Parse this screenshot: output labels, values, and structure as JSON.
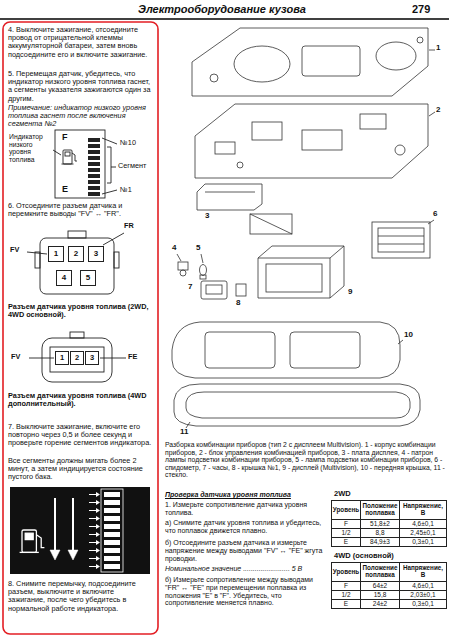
{
  "diagram": {
    "title": "Электрооборудование кузова",
    "caption": "Разборка комбинации приборов (тип 2 с дисплеем Multivision). 1 - корпус комбинации приборов, 2 - блок управления комбинацией приборов, 3 - плата дисплея, 4 - патрон лампы подсветки комбинации приборов, 5 - лампа подсветки комбинации приборов, 6 - спидометр, 7 - часы, 8 - крышка №1, 9 - дисплей (Multivision), 10 - передняя крышка, 11 - стекло.",
    "labels": [
      "279",
      "4. Выключите зажигание, отсоедините провод от отрицательной клеммы аккумуляторной батареи, затем вновь подсоедините его и включите зажигание.",
      "5. Перемещая датчик, убедитесь, что индикатор низкого уровня топлива гаснет, а сегменты указателя зажигаются один за другим.",
      "Примечание: индикатор низкого уровня топлива гаснет после включения сегмента №2",
      "Индикатор низкого уровня топлива",
      "F",
      "E",
      "№10",
      "Сегмент",
      "№1",
      "6. Отсоедините разъем датчика и перемкните выводы \"FV\" ↔ \"FR\".",
      "FR",
      "FV",
      "1",
      "2",
      "3",
      "4",
      "5",
      "Разъем датчика уровня топлива (2WD, 4WD основной).",
      "FV",
      "FE",
      "1",
      "2",
      "3",
      "Разъем датчика уровня топлива (4WD дополнительный).",
      "7. Выключите зажигание, включите его повторно через 0,5 и более секунд и проверьте горение сегментов индикатора.",
      "Все сегменты должны мигать более 2 минут, а затем индицируется состояние пустого бака.",
      "8. Снимите перемычку, подсоедините разъем, выключите и включите зажигание, после чего убедитесь в нормальной работе индикатора.",
      "1",
      "2",
      "3",
      "4",
      "5",
      "6",
      "7",
      "8",
      "9",
      "10",
      "11",
      "Проверка датчика уровня топлива",
      "1. Измерьте сопротивление датчика уровня топлива.",
      "а) Снимите датчик уровня топлива и убедитесь, что поплавок движется плавно.",
      "б) Отсоедините разъем датчика и измерьте напряжение между выводами \"FV\" ↔ \"FE\" жгута проводки.",
      "Номинальное значение ........................ 5 В",
      "б) Измерьте сопротивление между выводами \"FR\" ↔ \"FE\" при перемещении поплавка из положения \"E\" в \"F\". Убедитесь, что сопротивление меняется плавно.",
      "2WD",
      "Уровень",
      "Положение поплавка",
      "Напряжение, В",
      "F",
      "51,8±2",
      "4,6±0,1",
      "1/2",
      "8,8",
      "2,45±0,1",
      "E",
      "84,9±3",
      "0,3±0,1",
      "4WD (основной)",
      "Уровень",
      "Положение поплавка",
      "Напряжение, В",
      "F",
      "64±2",
      "4,6±0,1",
      "1/2",
      "15,8",
      "2,03±0,1",
      "E",
      "24±2",
      "0,3±0,1"
    ]
  }
}
